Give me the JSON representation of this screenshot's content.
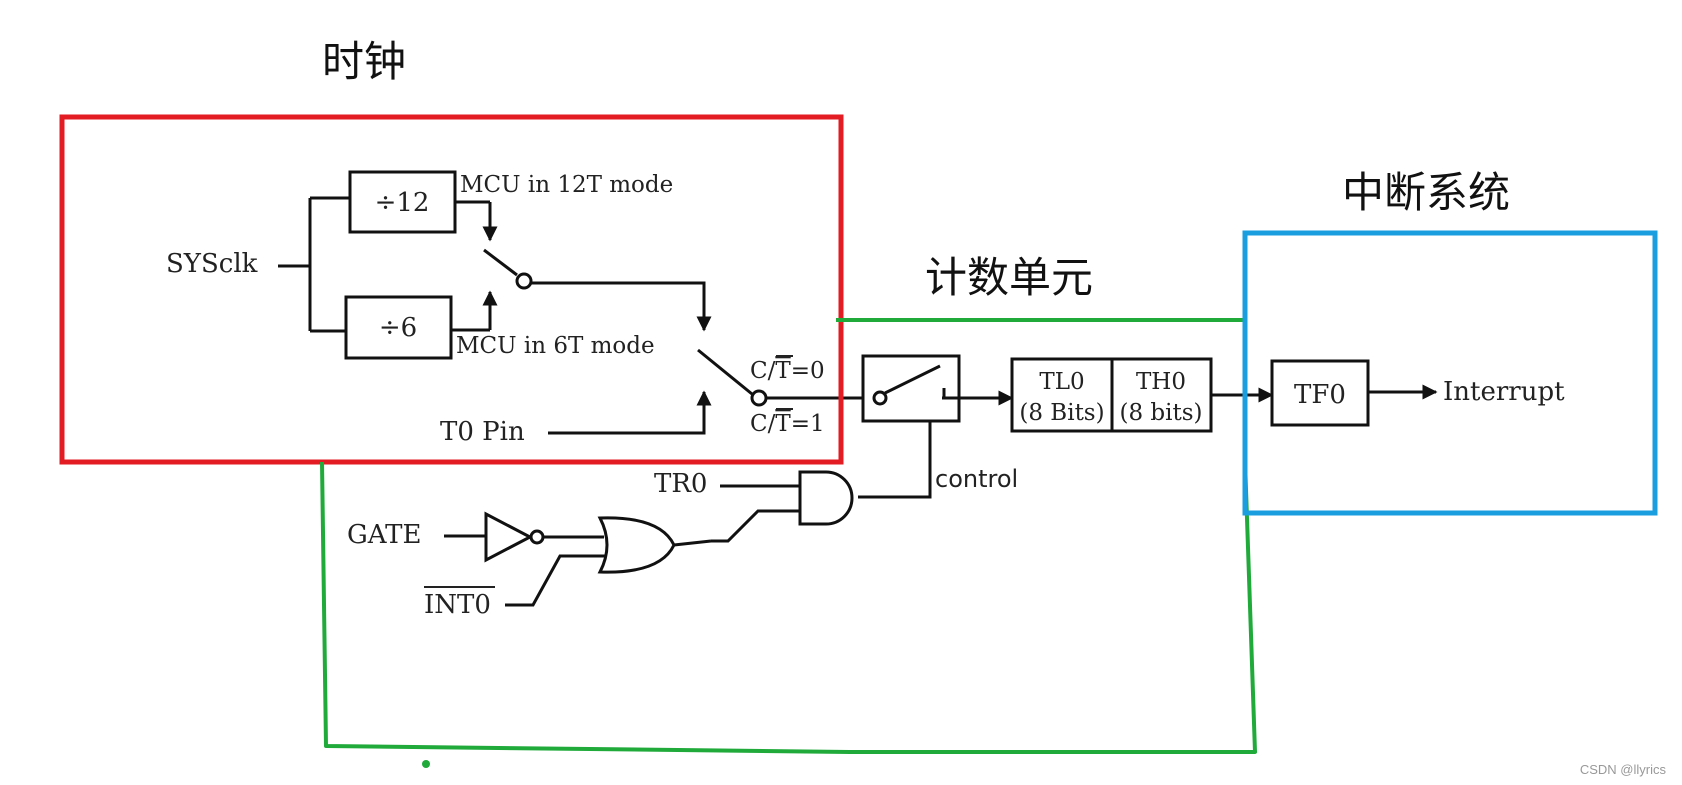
{
  "headings": {
    "clock": "时钟",
    "counter": "计数单元",
    "interrupt": "中断系统"
  },
  "region_colors": {
    "clock": "#e31b23",
    "counter": "#1faa3a",
    "interrupt": "#1a9ee0"
  },
  "clock": {
    "sysclk": "SYSclk",
    "div12": "÷12",
    "div6": "÷6",
    "mode12": "MCU in 12T mode",
    "mode6": "MCU in 6T mode",
    "t0pin": "T0 Pin",
    "ct0_prefix": "C/",
    "ct0_bar": "T",
    "ct0_suffix": "=0",
    "ct1_prefix": "C/",
    "ct1_bar": "T",
    "ct1_suffix": "=1"
  },
  "control": {
    "tr0": "TR0",
    "gate": "GATE",
    "int0": "INT0",
    "control": "control"
  },
  "counter": {
    "tl0": "TL0",
    "tl0_bits": "(8 Bits)",
    "th0": "TH0",
    "th0_bits": "(8 bits)"
  },
  "interrupt": {
    "tf0": "TF0",
    "label": "Interrupt"
  },
  "watermark": "CSDN @llyrics"
}
